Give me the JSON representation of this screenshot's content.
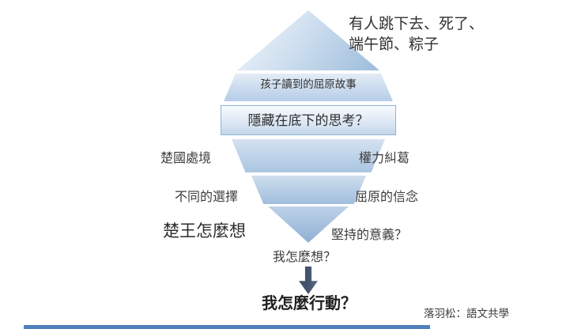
{
  "slide": {
    "top_note": {
      "line1": "有人跳下去、死了、",
      "line2": "端午節、粽子"
    },
    "iceberg": {
      "surface_story": "孩子讀到的屈原故事",
      "hidden_thinking": "隱藏在底下的思考？",
      "left_labels": [
        "楚國處境",
        "不同的選擇",
        "楚王怎麼想"
      ],
      "right_labels": [
        "權力糾葛",
        "屈原的信念",
        "堅持的意義？"
      ],
      "self_question": "我怎麼想？",
      "action_question": "我怎麼行動？"
    },
    "credit": "落羽松：語文共學",
    "colors": {
      "band_light": "#dce6f2",
      "band_mid": "#b8cce4",
      "band_edge": "#95b3d7",
      "highlight_border": "#8db3dc",
      "arrow": "#44546a",
      "footer_bar": "#4f81bd"
    }
  }
}
